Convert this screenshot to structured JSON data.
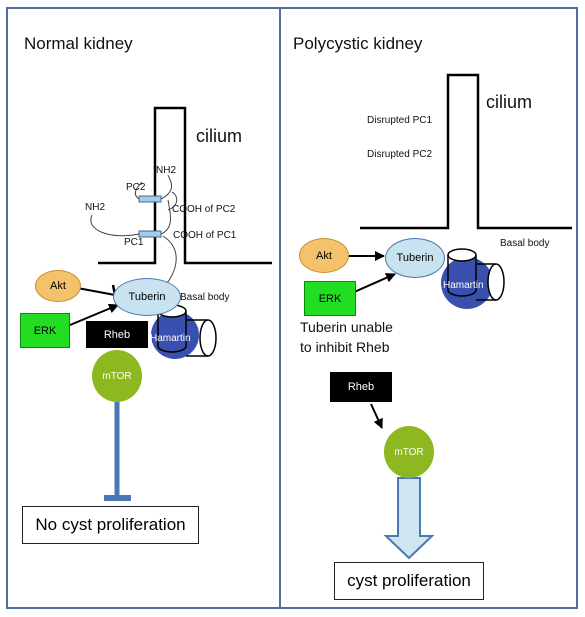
{
  "left_panel": {
    "title": "Normal kidney",
    "cilium": "cilium",
    "nh2_pc2": "NH2",
    "nh2_pc1": "NH2",
    "pc2": "PC2",
    "pc1": "PC1",
    "cooh_pc2": "COOH of PC2",
    "cooh_pc1": "COOH of PC1",
    "akt": "Akt",
    "tuberin": "Tuberin",
    "basal_body": "Basal body",
    "erk": "ERK",
    "rheb": "Rheb",
    "hamartin": "Hamartin",
    "mtor": "mTOR",
    "outcome": "No cyst proliferation"
  },
  "right_panel": {
    "title": "Polycystic kidney",
    "cilium": "cilium",
    "disrupted_pc1": "Disrupted PC1",
    "disrupted_pc2": "Disrupted PC2",
    "akt": "Akt",
    "tuberin": "Tuberin",
    "basal_body": "Basal body",
    "erk": "ERK",
    "hamartin": "Hamartin",
    "note_line1": "Tuberin unable",
    "note_line2": "to inhibit Rheb",
    "rheb": "Rheb",
    "mtor": "mTOR",
    "outcome": "cyst proliferation"
  },
  "colors": {
    "panel_border": "#4f6f9f",
    "akt_fill": "#f4c26a",
    "tuberin_fill": "#c8e3ef",
    "erk_fill": "#22dd22",
    "rheb_fill": "#000000",
    "hamartin_fill": "#3a4fae",
    "mtor_fill": "#8db81f",
    "inhibit_line": "#4a78b5",
    "pc_segment": "#a8cbe3",
    "arrow_fill": "#cfe6f0"
  }
}
